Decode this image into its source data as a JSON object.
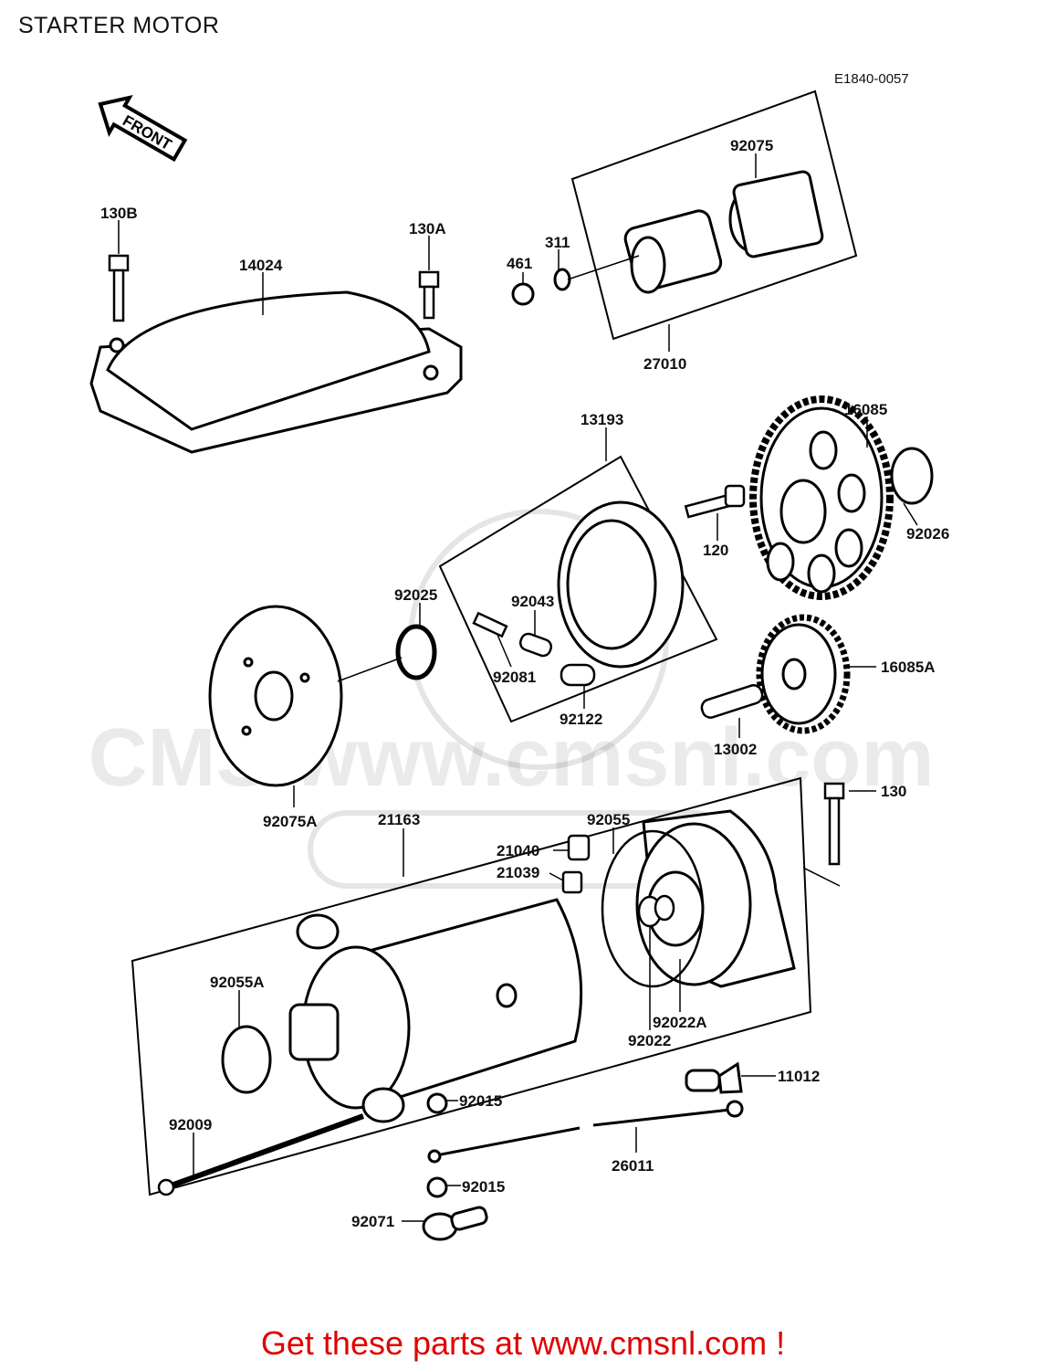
{
  "title": "STARTER MOTOR",
  "diagram_code": "E1840-0057",
  "front_arrow": "FRONT",
  "watermark": "CMS www.cmsnl.com",
  "footer": "Get these parts at www.cmsnl.com !",
  "parts": [
    {
      "id": "130B",
      "label": "130B"
    },
    {
      "id": "14024",
      "label": "14024"
    },
    {
      "id": "130A",
      "label": "130A"
    },
    {
      "id": "461",
      "label": "461"
    },
    {
      "id": "311",
      "label": "311"
    },
    {
      "id": "92075",
      "label": "92075"
    },
    {
      "id": "27010",
      "label": "27010"
    },
    {
      "id": "13193",
      "label": "13193"
    },
    {
      "id": "16085",
      "label": "16085"
    },
    {
      "id": "120",
      "label": "120"
    },
    {
      "id": "92026",
      "label": "92026"
    },
    {
      "id": "92025",
      "label": "92025"
    },
    {
      "id": "92043",
      "label": "92043"
    },
    {
      "id": "92081",
      "label": "92081"
    },
    {
      "id": "92122",
      "label": "92122"
    },
    {
      "id": "16085A",
      "label": "16085A"
    },
    {
      "id": "13002",
      "label": "13002"
    },
    {
      "id": "92075A",
      "label": "92075A"
    },
    {
      "id": "21163",
      "label": "21163"
    },
    {
      "id": "92055",
      "label": "92055"
    },
    {
      "id": "130",
      "label": "130"
    },
    {
      "id": "21040",
      "label": "21040"
    },
    {
      "id": "21039",
      "label": "21039"
    },
    {
      "id": "92055A",
      "label": "92055A"
    },
    {
      "id": "92022A",
      "label": "92022A"
    },
    {
      "id": "92022",
      "label": "92022"
    },
    {
      "id": "11012",
      "label": "11012"
    },
    {
      "id": "92015a",
      "label": "92015"
    },
    {
      "id": "92009",
      "label": "92009"
    },
    {
      "id": "26011",
      "label": "26011"
    },
    {
      "id": "92015b",
      "label": "92015"
    },
    {
      "id": "92071",
      "label": "92071"
    }
  ]
}
